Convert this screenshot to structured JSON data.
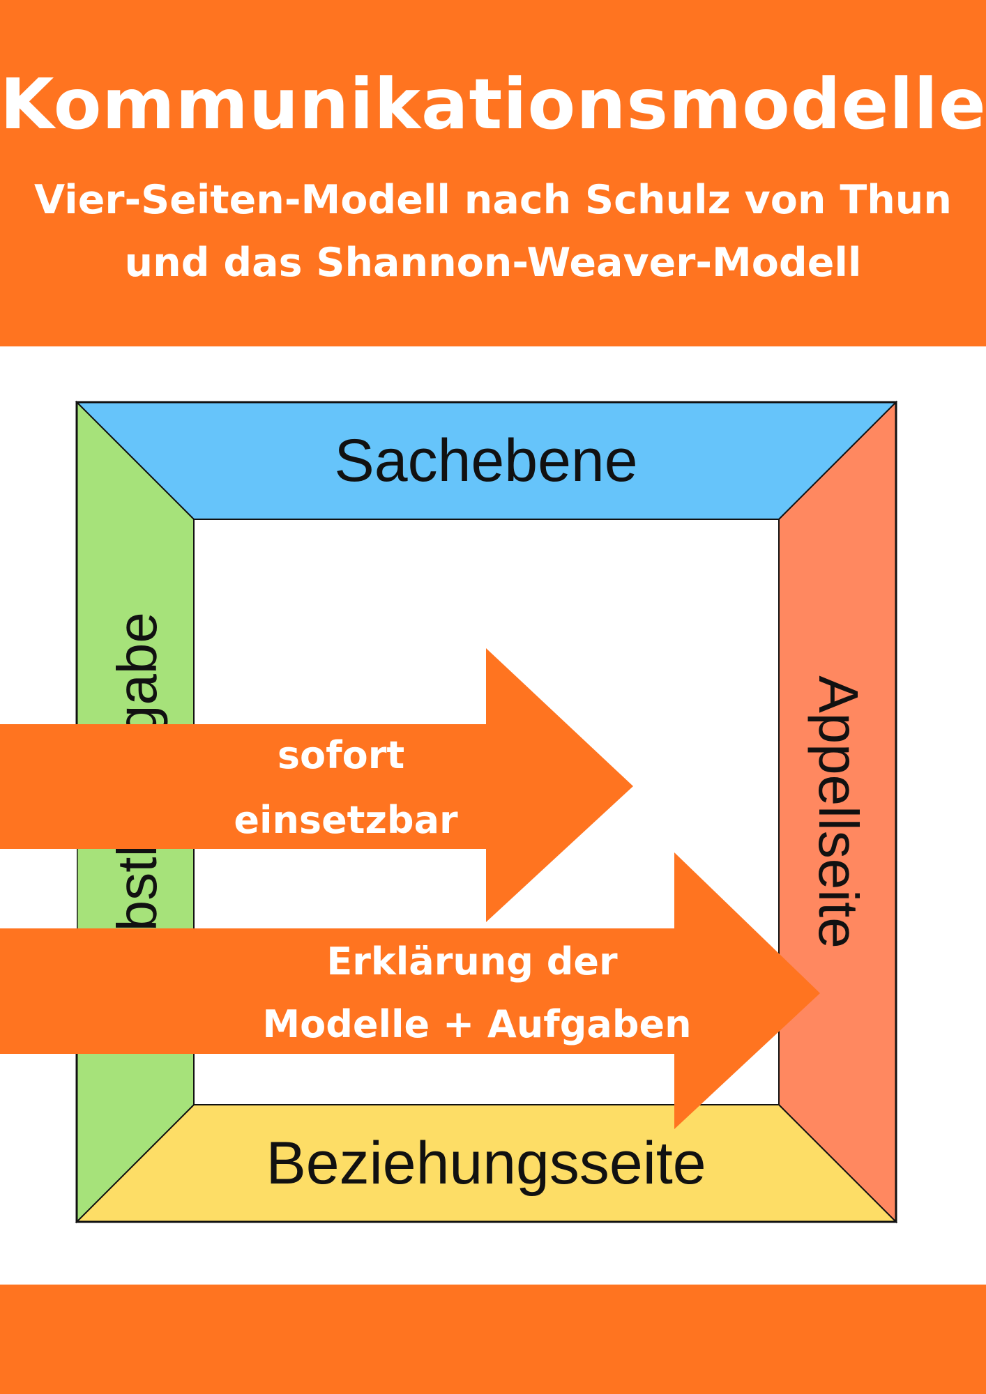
{
  "header": {
    "title": "Kommunikationsmodelle",
    "subtitle_line1": "Vier-Seiten-Modell nach Schulz von Thun",
    "subtitle_line2": "und das Shannon-Weaver-Modell"
  },
  "diagram": {
    "top_label": "Sachebene",
    "bottom_label": "Beziehungsseite",
    "left_label": "Selbstkundgabe",
    "right_label": "Appellseite"
  },
  "arrows": {
    "arrow1": {
      "line1": "sofort",
      "line2": "einsetzbar"
    },
    "arrow2": {
      "line1": "Erklärung der",
      "line2": "Modelle + Aufgaben"
    }
  },
  "colors": {
    "brand_orange": "#ff7420",
    "top_side": "#66c4fa",
    "bottom_side": "#fddd66",
    "left_side": "#a6e27a",
    "right_side": "#ff8860"
  }
}
